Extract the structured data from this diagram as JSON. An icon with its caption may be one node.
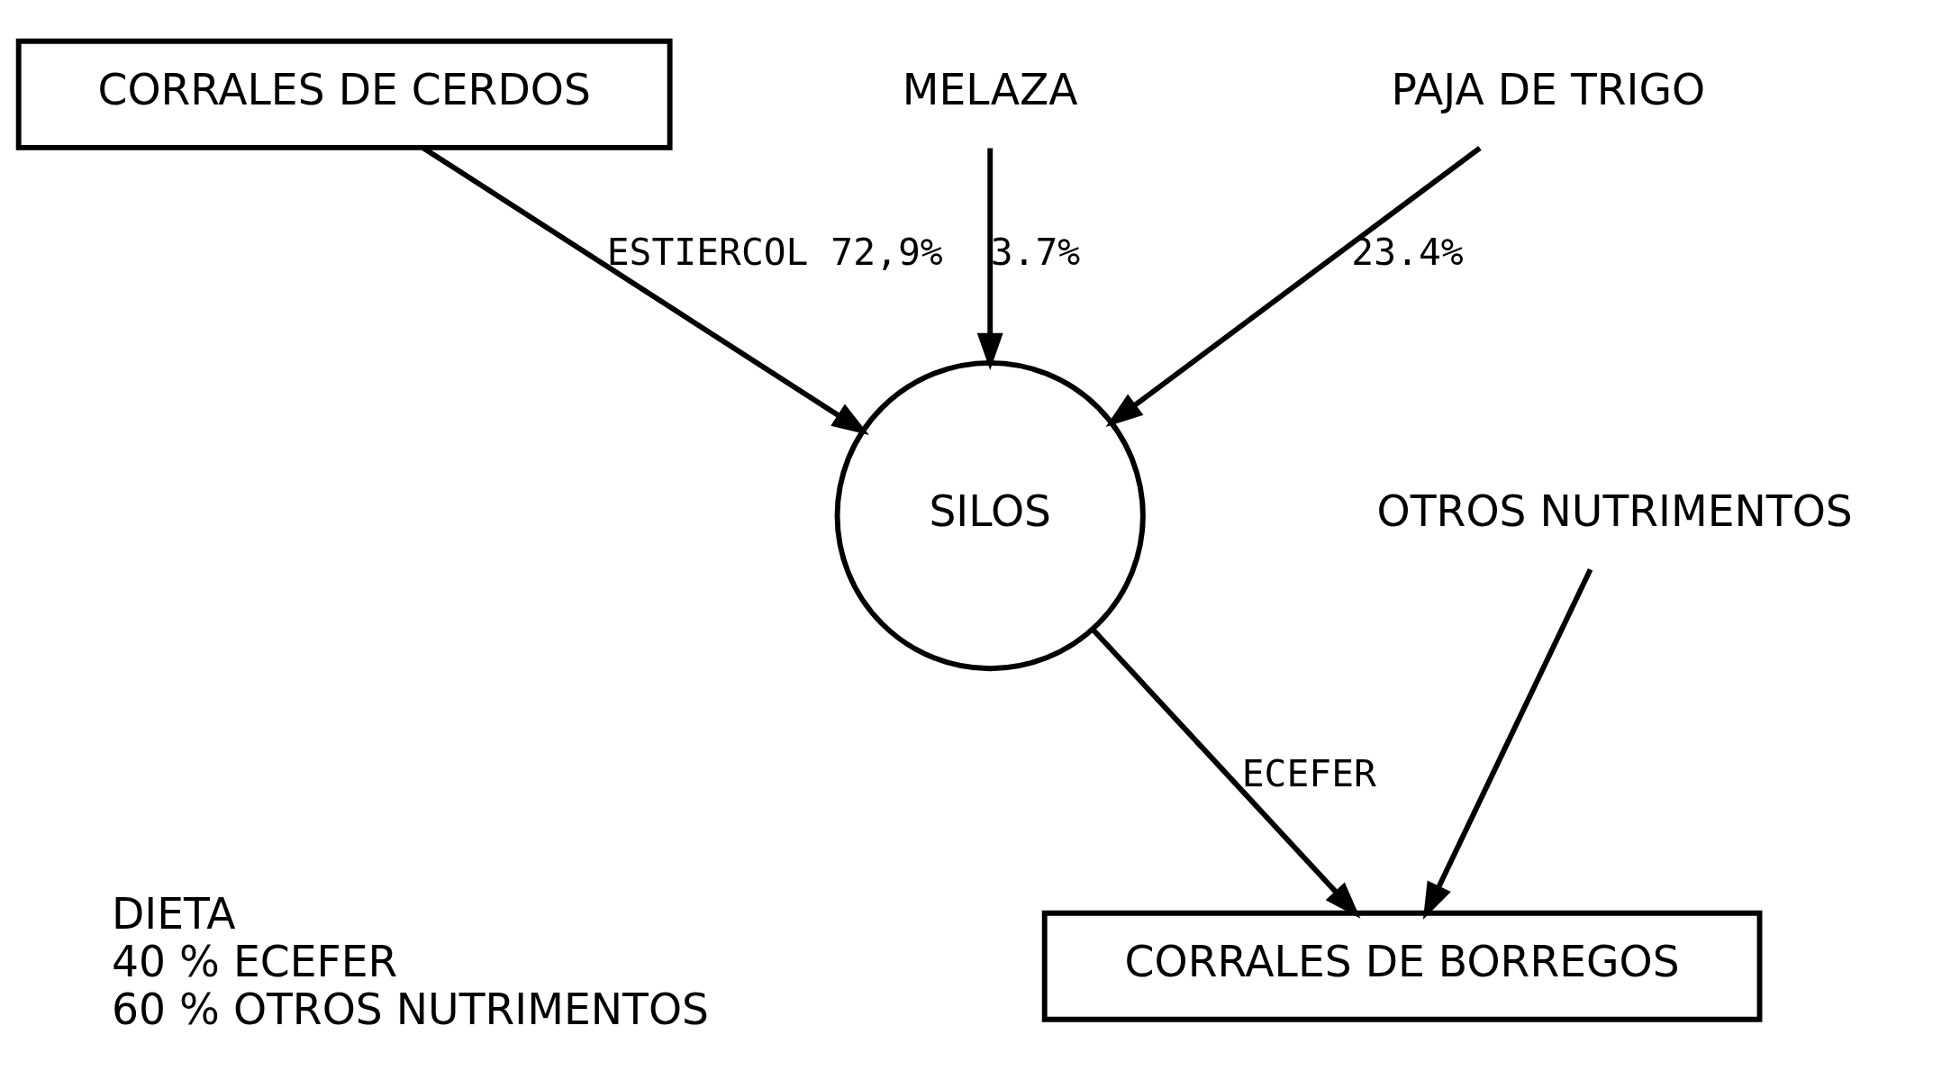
{
  "diagram": {
    "nodes": [
      {
        "text": [
          "CORRALES DE CERDOS"
        ]
      },
      {
        "text": [
          "MELAZA"
        ]
      },
      {
        "text": [
          "PAJA DE TRIGO"
        ]
      },
      {
        "text": [
          "SILOS"
        ]
      },
      {
        "text": [
          "CORRALES DE BORREGOS"
        ]
      },
      {
        "text": [
          "OTROS NUTRIMENTOS"
        ]
      }
    ],
    "edges": [
      {
        "from": 0,
        "to": 3,
        "arrow": "to",
        "label": "ESTIERCOL 72,9%"
      },
      {
        "from": 1,
        "to": 3,
        "arrow": "to",
        "label": "3.7%"
      },
      {
        "from": 2,
        "to": 3,
        "arrow": "to",
        "label": "23.4%"
      },
      {
        "from": 3,
        "to": 4,
        "arrow": "to",
        "label": "ECEFER"
      },
      {
        "from": 5,
        "to": 4,
        "arrow": "to"
      }
    ],
    "labels": [
      "DIETA",
      "40 % ECEFER",
      "60 % OTROS NUTRIMENTOS"
    ]
  }
}
